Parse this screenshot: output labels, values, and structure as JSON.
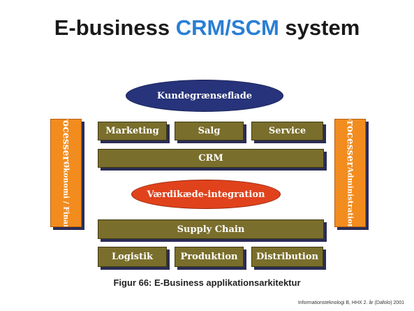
{
  "title": {
    "prefix": "E-business ",
    "accent": "CRM/SCM",
    "suffix": " system"
  },
  "diagram": {
    "customer_interface": "Kundegrænseflade",
    "crm_modules": [
      "Marketing",
      "Salg",
      "Service"
    ],
    "crm": "CRM",
    "value_chain_integration": "Værdikæde-integration",
    "supply_chain": "Supply Chain",
    "scm_modules": [
      "Logistik",
      "Produktion",
      "Distribution"
    ],
    "left_support": {
      "heading": "Støtteprocesser",
      "sub": "Økonomi / Finanssystemer"
    },
    "right_support": {
      "heading": "Støtteprocesser",
      "sub": "Administration / ledelse"
    }
  },
  "caption": "Figur 66: E-Business applikationsarkitektur",
  "footer": "Informationsteknologi B, HHX 2. år (Dafolo) 2001",
  "colors": {
    "bar": "#7a6e2c",
    "top_ellipse": "#27337a",
    "mid_ellipse": "#e0421c",
    "side_panel": "#f28c1e",
    "title_accent": "#2a7fd4"
  }
}
